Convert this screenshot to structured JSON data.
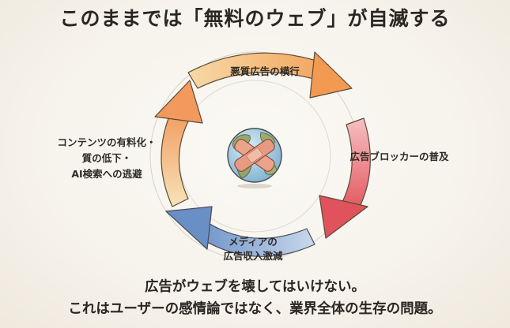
{
  "title": "このままでは「無料のウェブ」が自滅する",
  "cycle": {
    "top_label": "悪質広告の横行",
    "right_label": "広告ブロッカーの普及",
    "bottom_label_line1": "メディアの",
    "bottom_label_line2": "広告収入激減",
    "left_label_line1": "コンテンツの有料化・",
    "left_label_line2": "質の低下・",
    "left_label_line3": "AI検索への逃避"
  },
  "footer": {
    "line1": "広告がウェブを壊してはいけない。",
    "line2": "これはユーザーの感情論ではなく、業界全体の生存の問題。"
  },
  "colors": {
    "arrow_top": "#f0a868",
    "arrow_right": "#e86a70",
    "arrow_bottom": "#7b9fd0",
    "arrow_left": "#f2a56a",
    "globe_ocean": "#9bc4de",
    "globe_land": "#8fa56a",
    "bandage": "#e8a080"
  },
  "icons": {
    "center": "globe-with-bandage-icon"
  }
}
